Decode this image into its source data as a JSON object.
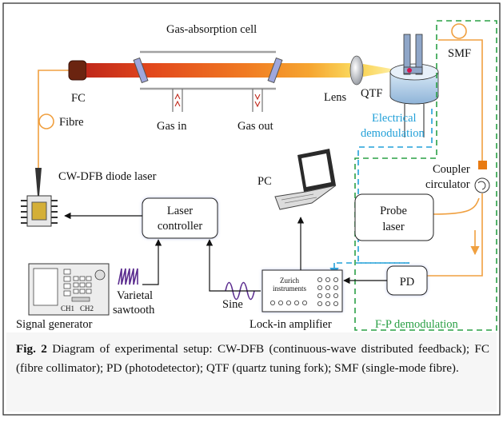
{
  "labels": {
    "gas_cell": "Gas-absorption cell",
    "fc": "FC",
    "fibre": "Fibre",
    "gas_in": "Gas in",
    "gas_out": "Gas out",
    "lens": "Lens",
    "qtf": "QTF",
    "smf": "SMF",
    "electrical_demod_1": "Electrical",
    "electrical_demod_2": "demodulation",
    "laser_name": "CW-DFB diode laser",
    "pc": "PC",
    "laser_controller_1": "Laser",
    "laser_controller_2": "controller",
    "coupler_1": "Coupler",
    "coupler_2": "circulator",
    "probe_laser_1": "Probe",
    "probe_laser_2": "laser",
    "varietal_1": "Varietal",
    "varietal_2": "sawtooth",
    "sine": "Sine",
    "zurich_1": "Zurich",
    "zurich_2": "instruments",
    "pd": "PD",
    "ch1": "CH1",
    "ch2": "CH2",
    "signal_generator": "Signal generator",
    "lockin": "Lock-in amplifier",
    "fp_demod": "F-P demodulation"
  },
  "caption": {
    "fig": "Fig. 2",
    "text": " Diagram of experimental setup: CW-DFB (continuous-wave distributed feedback); FC (fibre collimator); PD (photodetector); QTF (quartz tuning fork); SMF (single-mode fibre)."
  },
  "colors": {
    "fibre": "#f0a040",
    "electrical_demod": "#22a0d8",
    "fp_demod": "#2aa045",
    "sine_wave": "#5b2d8f",
    "box_glow": "#9aa4e0"
  }
}
